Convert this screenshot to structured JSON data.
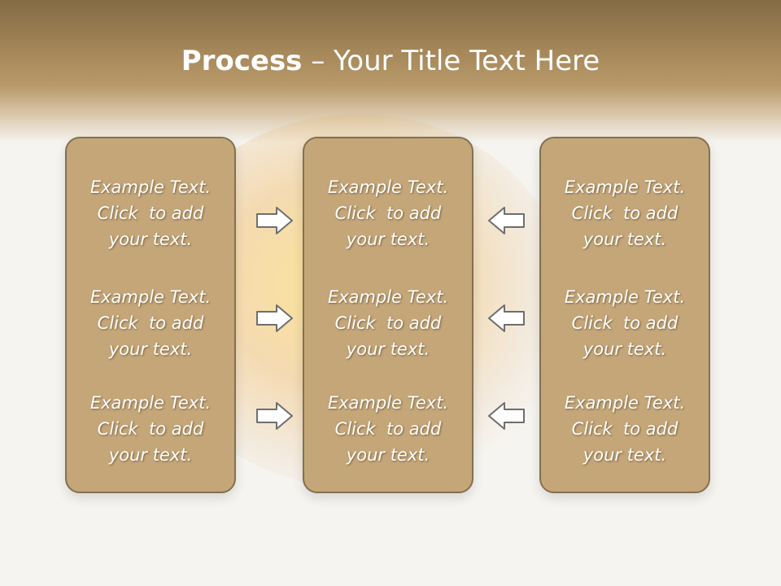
{
  "slide": {
    "title_bold": "Process",
    "title_rest": " – Your Title Text Here"
  },
  "panels": [
    {
      "items": [
        {
          "line1": "Example Text.",
          "line2": "Click  to add",
          "line3": "your text."
        },
        {
          "line1": "Example Text.",
          "line2": "Click  to add",
          "line3": "your text."
        },
        {
          "line1": "Example Text.",
          "line2": "Click  to add",
          "line3": "your text."
        }
      ]
    },
    {
      "items": [
        {
          "line1": "Example Text.",
          "line2": "Click  to add",
          "line3": "your text."
        },
        {
          "line1": "Example Text.",
          "line2": "Click  to add",
          "line3": "your text."
        },
        {
          "line1": "Example Text.",
          "line2": "Click  to add",
          "line3": "your text."
        }
      ]
    },
    {
      "items": [
        {
          "line1": "Example Text.",
          "line2": "Click  to add",
          "line3": "your text."
        },
        {
          "line1": "Example Text.",
          "line2": "Click  to add",
          "line3": "your text."
        },
        {
          "line1": "Example Text.",
          "line2": "Click  to add",
          "line3": "your text."
        }
      ]
    }
  ],
  "icons": {
    "left_arrows": "arrow-right-icon",
    "right_arrows": "arrow-left-icon"
  },
  "colors": {
    "header": "#a48658",
    "panel_fill": "#c4a679",
    "panel_border": "#84704e",
    "text": "#ffffff",
    "arrow_fill": "#ffffff",
    "arrow_stroke": "#6e6e6e"
  }
}
